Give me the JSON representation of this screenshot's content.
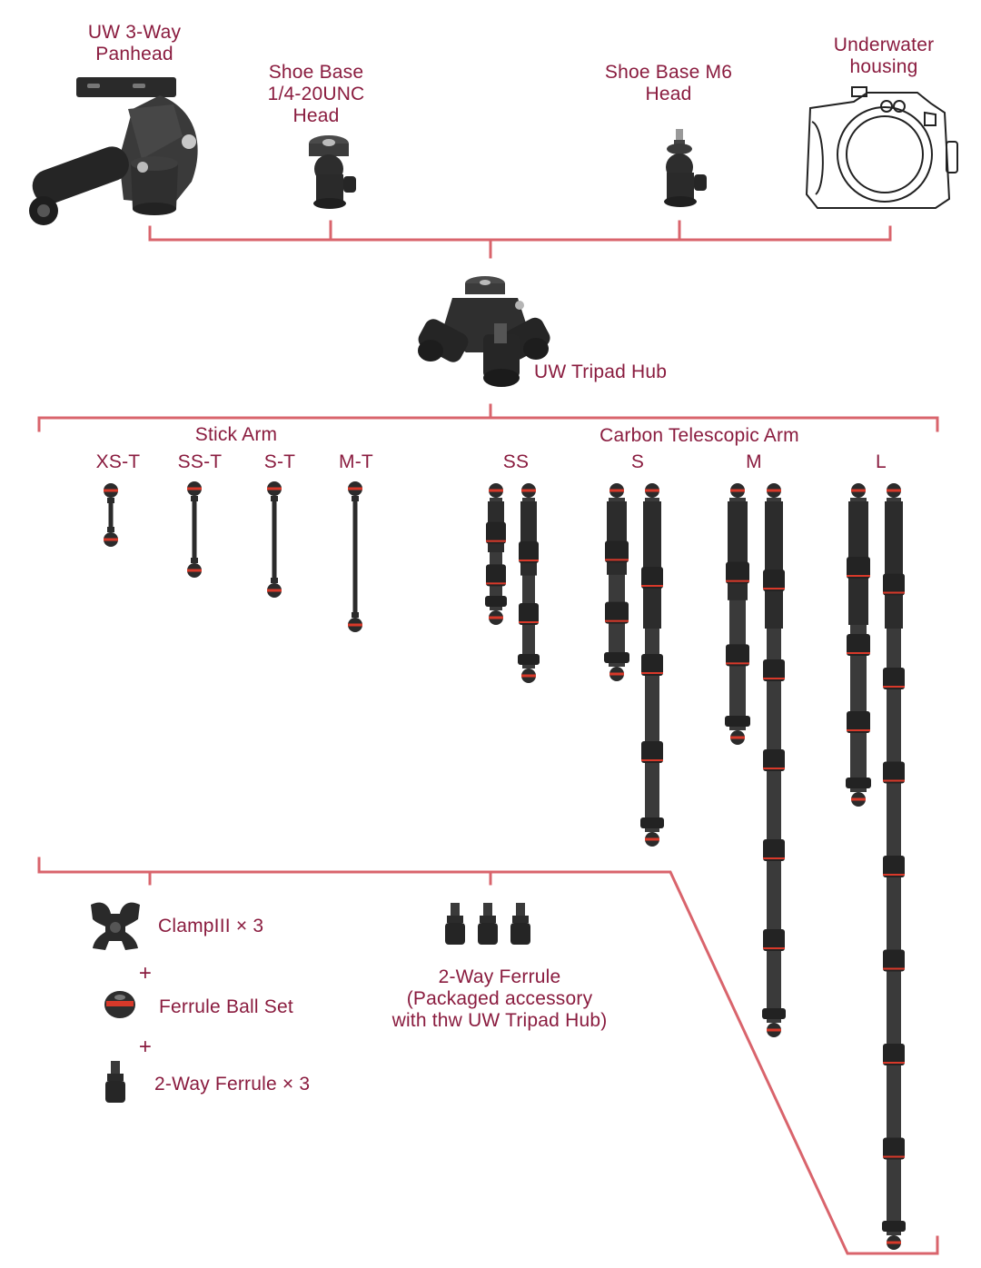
{
  "colors": {
    "accent_text": "#8a1c3f",
    "connector_line": "#d9646c",
    "product_dark": "#2b2b2b",
    "ball_ring": "#d8392a"
  },
  "top": {
    "panhead": "UW 3-Way\nPanhead",
    "shoe_unc": "Shoe Base\n1/4-20UNC\nHead",
    "shoe_m6": "Shoe Base M6\nHead",
    "housing": "Underwater\nhousing"
  },
  "hub": {
    "label": "UW Tripad Hub"
  },
  "groups": {
    "stick": "Stick Arm",
    "carbon": "Carbon Telescopic Arm"
  },
  "stick_sizes": [
    "XS-T",
    "SS-T",
    "S-T",
    "M-T"
  ],
  "carbon_sizes": [
    "SS",
    "S",
    "M",
    "L"
  ],
  "bottom": {
    "clamp": "ClampIII × 3",
    "plus": "+",
    "ball_set": "Ferrule Ball Set",
    "ferrule_x3": "2-Way Ferrule × 3",
    "ferrule_pkg": "2-Way Ferrule\n(Packaged accessory\nwith thw UW Tripad Hub)"
  },
  "icons": {
    "panhead": "panhead-photo-icon",
    "shoe": "ball-head-icon",
    "housing": "camera-housing-icon",
    "hub": "tripod-hub-icon",
    "arm": "arm-photo-icon",
    "clamp": "clamp-icon",
    "ball": "ferrule-ball-icon",
    "ferrule": "ferrule-icon"
  }
}
